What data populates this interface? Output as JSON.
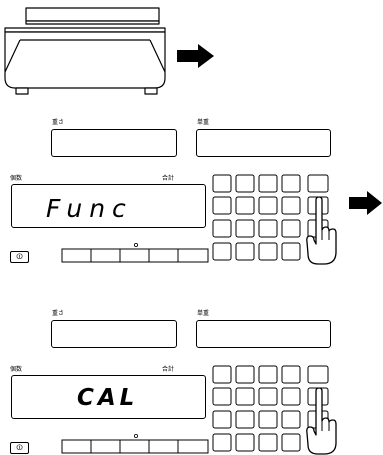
{
  "panels": [
    {
      "weight_label": "重さ",
      "unit_weight_label": "単重",
      "count_label": "個数",
      "total_label": "合計",
      "count_display": "Func",
      "power_symbol": "⏼"
    },
    {
      "weight_label": "重さ",
      "unit_weight_label": "単重",
      "count_label": "個数",
      "total_label": "合計",
      "count_display": "CAL",
      "power_symbol": "⏼"
    }
  ],
  "icons": {
    "scale": "scale-icon",
    "next_step_arrow": "right-arrow-icon",
    "pressing_hand": "pointing-hand-icon"
  }
}
